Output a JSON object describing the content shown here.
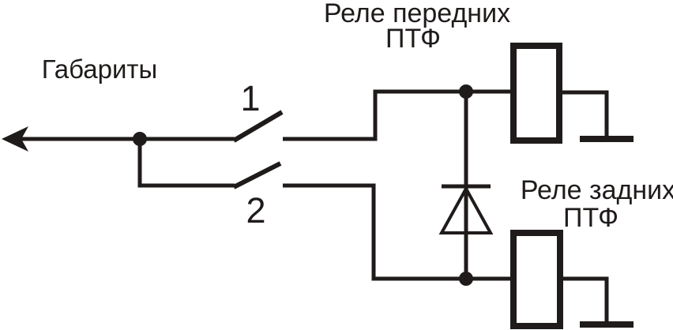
{
  "diagram": {
    "type": "circuit-schematic",
    "colors": {
      "ink": "#1f1b1a",
      "background": "#ffffff"
    },
    "labels": {
      "source": "Габариты",
      "switch1": "1",
      "switch2": "2",
      "front_relay_line1": "Реле передних",
      "front_relay_line2": "ПТФ",
      "rear_relay_line1": "Реле задних",
      "rear_relay_line2": "ПТФ"
    }
  }
}
